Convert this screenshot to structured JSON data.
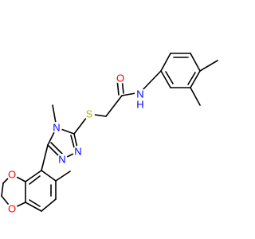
{
  "molecule": {
    "atoms": {
      "o_carbonyl": {
        "label": "O",
        "color": "#ff0000"
      },
      "n_amide": {
        "label": "N",
        "color": "#0000ff"
      },
      "h_amide": {
        "label": "H",
        "color": "#0000ff"
      },
      "s_thio": {
        "label": "S",
        "color": "#b5b500"
      },
      "n_triazole_4": {
        "label": "N",
        "color": "#0000ff"
      },
      "n_triazole_2": {
        "label": "N",
        "color": "#0000ff"
      },
      "n_triazole_1": {
        "label": "N",
        "color": "#0000ff"
      },
      "o_ring_upper": {
        "label": "O",
        "color": "#ff0000"
      },
      "o_ring_lower": {
        "label": "O",
        "color": "#ff0000"
      }
    }
  }
}
